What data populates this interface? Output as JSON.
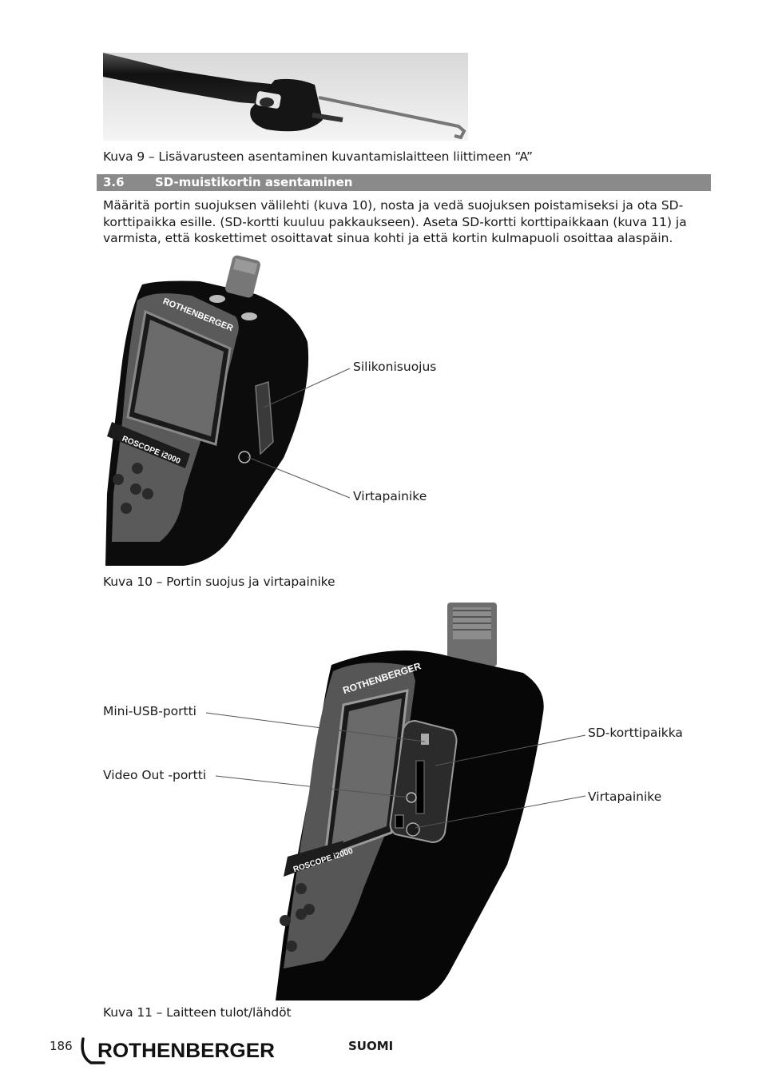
{
  "figure9": {
    "caption": "Kuva 9 – Lisävarusteen asentaminen kuvantamislaitteen liittimeen “A”"
  },
  "section": {
    "number": "3.6",
    "title": "SD-muistikortin asentaminen"
  },
  "paragraph": {
    "lines": [
      "Määritä portin suojuksen välilehti (kuva 10), nosta ja vedä suojuksen poistamiseksi ja ota SD-",
      "korttipaikka esille. (SD-kortti kuuluu pakkaukseen). Aseta SD-kortti korttipaikkaan (kuva 11) ja",
      "varmista, että koskettimet osoittavat sinua kohti ja että kortin kulmapuoli osoittaa alaspäin."
    ]
  },
  "figure10": {
    "device_brand": "ROTHENBERGER",
    "device_model": "ROSCOPE i2000",
    "labels": {
      "silicone_cover": "Silikonisuojus",
      "power_button": "Virtapainike"
    },
    "caption": "Kuva 10 – Portin suojus ja virtapainike"
  },
  "figure11": {
    "device_brand": "ROTHENBERGER",
    "device_model": "ROSCOPE i2000",
    "labels": {
      "mini_usb": "Mini-USB-portti",
      "video_out": "Video Out -portti",
      "sd_slot": "SD-korttipaikka",
      "power_button": "Virtapainike"
    },
    "caption": "Kuva 11 – Laitteen tulot/lähdöt"
  },
  "footer": {
    "page_number": "186",
    "brand": "ROTHENBERGER",
    "language": "SUOMI"
  }
}
